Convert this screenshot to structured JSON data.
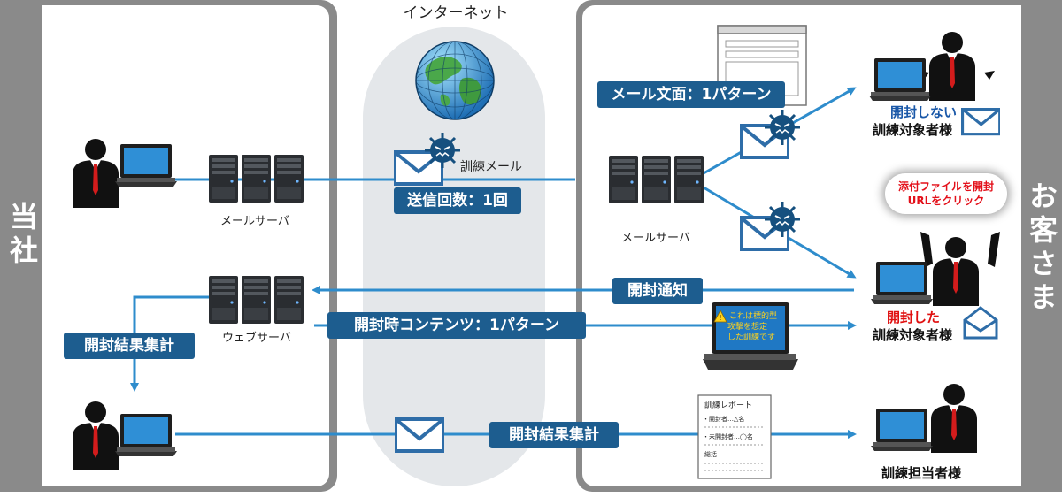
{
  "left_panel": {
    "label": "当社"
  },
  "right_panel": {
    "label": "お客さま"
  },
  "internet": {
    "title": "インターネット"
  },
  "labels": {
    "mail_server_left": "メールサーバ",
    "mail_server_right": "メールサーバ",
    "web_server": "ウェブサーバ",
    "training_mail": "訓練メール"
  },
  "pills": {
    "send_count": "送信回数：1回",
    "mail_pattern": "メール文面：1パターン",
    "open_notice": "開封通知",
    "open_content": "開封時コンテンツ：1パターン",
    "aggregate_left": "開封結果集計",
    "aggregate_bottom": "開封結果集計"
  },
  "targets": {
    "not_opened_status": "開封しない",
    "not_opened_who": "訓練対象者様",
    "opened_status": "開封した",
    "opened_who": "訓練対象者様",
    "manager": "訓練担当者様"
  },
  "badge": {
    "line1": "添付ファイルを開封",
    "line2": "URLをクリック"
  },
  "screen_text": {
    "line1": "これは標的型",
    "line2": "攻撃を想定",
    "line3": "した訓練です"
  },
  "report": {
    "title": "訓練レポート",
    "row1": "・開封者…△名",
    "row2": "・未開封者…◯名",
    "row3": "総括"
  },
  "colors": {
    "accent": "#1d5d8f",
    "line": "#2e8ccc",
    "panel": "#8a8a8a",
    "alert": "#e01010"
  }
}
